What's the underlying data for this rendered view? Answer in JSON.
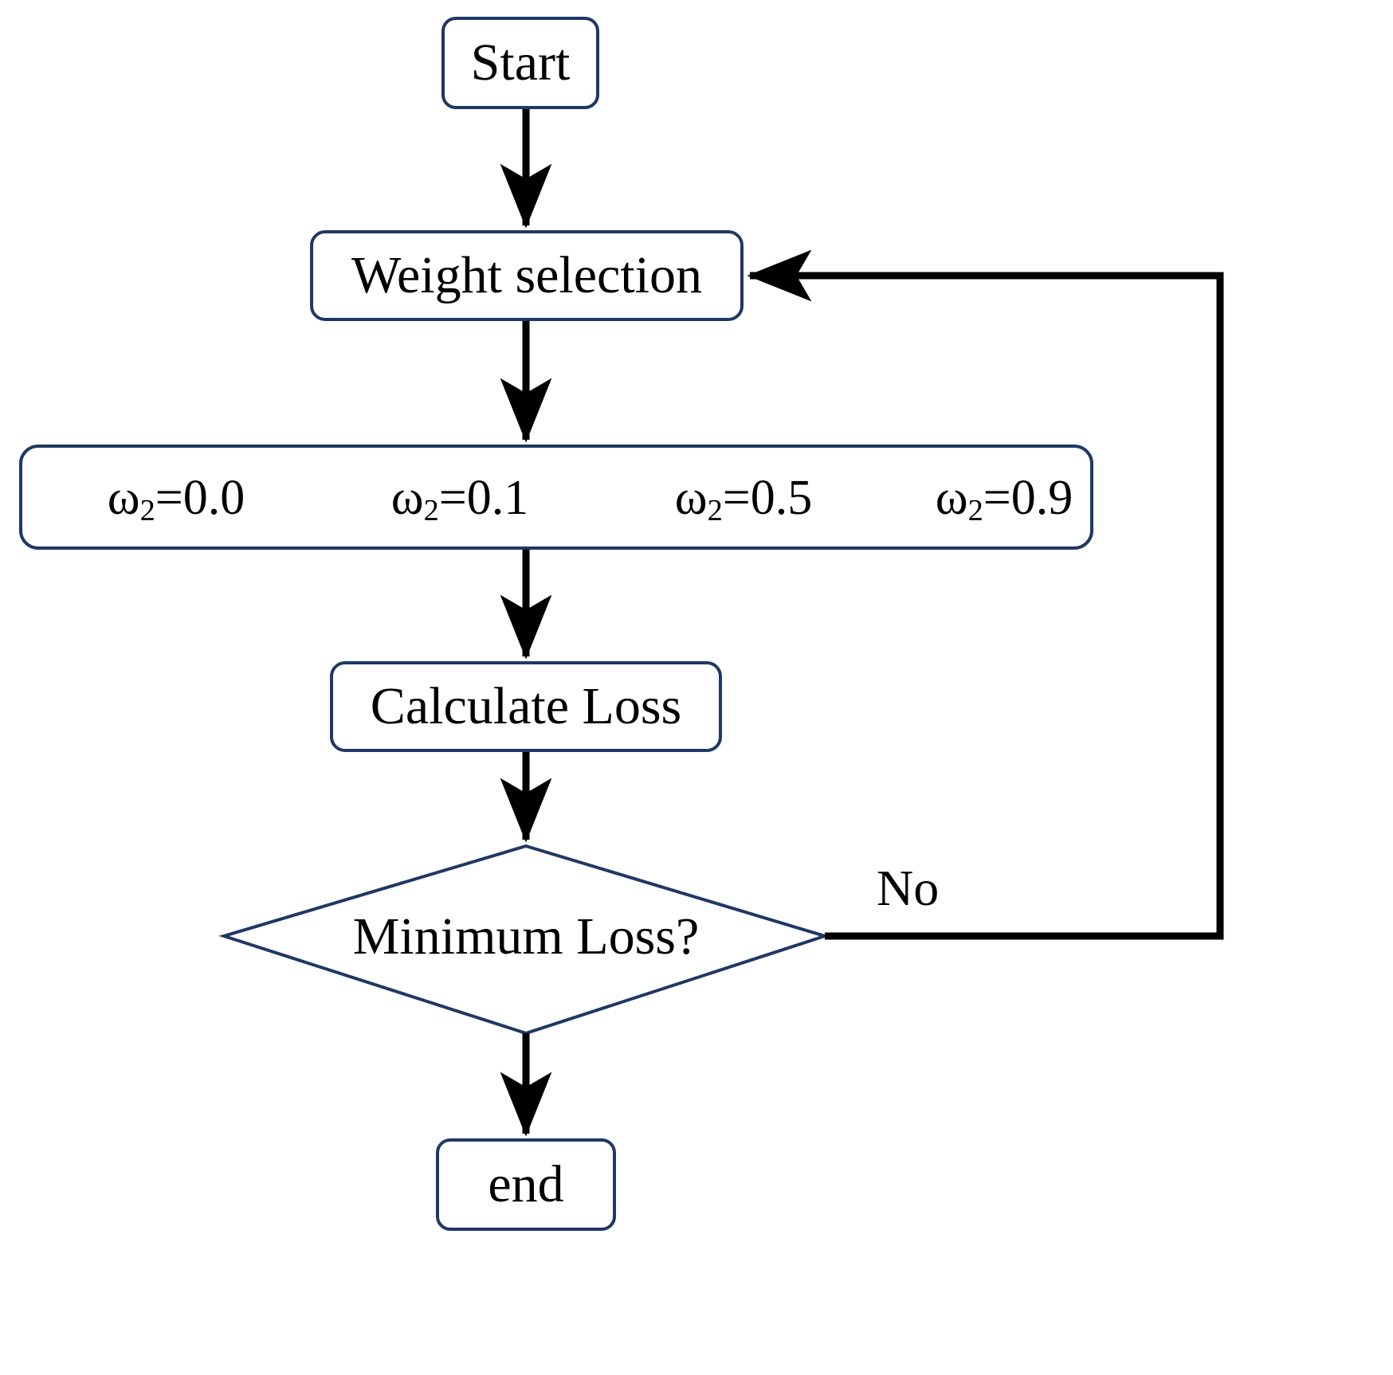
{
  "diagram": {
    "type": "flowchart",
    "title": "Weight selection loss-minimisation flowchart",
    "colors": {
      "node_border": "#1F3864",
      "arrow": "#000000",
      "node_fill": "#FFFFFF",
      "text": "#000000",
      "background": "#FFFFFF"
    },
    "nodes": {
      "start": {
        "label": "Start",
        "shape": "rounded-rect"
      },
      "weight_selection": {
        "label": "Weight selection",
        "shape": "rounded-rect"
      },
      "weights": {
        "shape": "rounded-rect"
      },
      "calculate_loss": {
        "label": "Calculate Loss",
        "shape": "rounded-rect"
      },
      "decision": {
        "label": "Minimum Loss?",
        "shape": "diamond"
      },
      "end": {
        "label": "end",
        "shape": "rounded-rect"
      }
    },
    "weight_options": [
      {
        "symbol": "ω",
        "subscript": "2",
        "equals": "=",
        "value": "0.0"
      },
      {
        "symbol": "ω",
        "subscript": "2",
        "equals": "=",
        "value": "0.1"
      },
      {
        "symbol": "ω",
        "subscript": "2",
        "equals": "=",
        "value": "0.5"
      },
      {
        "symbol": "ω",
        "subscript": "2",
        "equals": "=",
        "value": "0.9"
      }
    ],
    "edges": [
      {
        "from": "start",
        "to": "weight_selection",
        "label": ""
      },
      {
        "from": "weight_selection",
        "to": "weights",
        "label": ""
      },
      {
        "from": "weights",
        "to": "calculate_loss",
        "label": ""
      },
      {
        "from": "calculate_loss",
        "to": "decision",
        "label": ""
      },
      {
        "from": "decision",
        "to": "weight_selection",
        "label": "No"
      },
      {
        "from": "decision",
        "to": "end",
        "label": ""
      }
    ],
    "edge_labels": {
      "no": "No"
    }
  }
}
